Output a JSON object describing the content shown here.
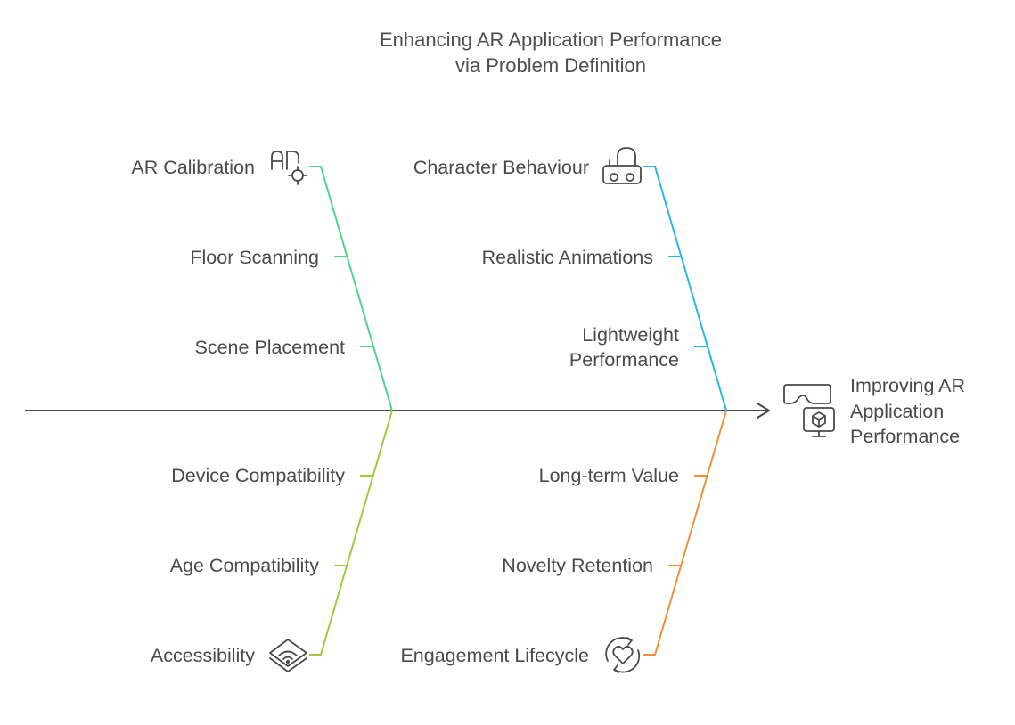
{
  "title": {
    "line1": "Enhancing AR Application Performance",
    "line2": "via Problem Definition"
  },
  "effect": {
    "label": "Improving AR Application Performance",
    "icon": "vr-headset-cube-icon"
  },
  "colors": {
    "spine": "#4a4a4a",
    "calibration": "#4fd68a",
    "character": "#29b6e8",
    "compatibility": "#9ccc3d",
    "engagement": "#f0913a"
  },
  "branches": {
    "calibration": {
      "category": "AR Calibration",
      "icon": "ar-target-icon",
      "causes": [
        "Floor Scanning",
        "Scene Placement"
      ]
    },
    "character": {
      "category": "Character Behaviour",
      "icon": "vr-headset-person-icon",
      "causes": [
        "Realistic Animations",
        "Lightweight Performance"
      ]
    },
    "compatibility": {
      "category": "Accessibility",
      "icon": "accessibility-layers-icon",
      "causes": [
        "Device Compatibility",
        "Age Compatibility"
      ]
    },
    "engagement": {
      "category": "Engagement Lifecycle",
      "icon": "heart-cycle-icon",
      "causes": [
        "Long-term Value",
        "Novelty Retention"
      ]
    }
  }
}
